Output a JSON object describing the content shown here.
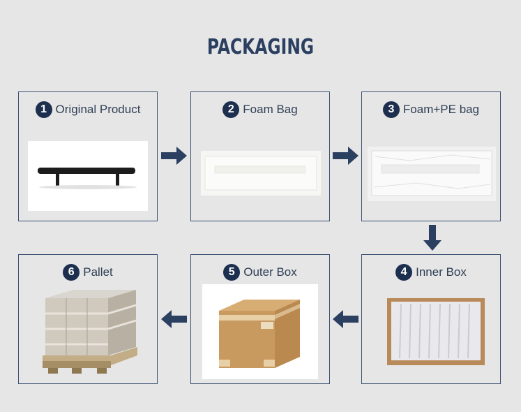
{
  "title": "PACKAGING",
  "steps": [
    {
      "number": "1",
      "label": "Original Product",
      "icon": "handle-bar-image"
    },
    {
      "number": "2",
      "label": "Foam Bag",
      "icon": "foam-bag-image"
    },
    {
      "number": "3",
      "label": "Foam+PE bag",
      "icon": "pe-bag-image"
    },
    {
      "number": "4",
      "label": "Inner Box",
      "icon": "inner-box-image"
    },
    {
      "number": "5",
      "label": "Outer Box",
      "icon": "carton-image"
    },
    {
      "number": "6",
      "label": "Pallet",
      "icon": "pallet-image"
    }
  ],
  "colors": {
    "accent": "#2b3f60",
    "border": "#3a4f72",
    "badge": "#1d2f4e"
  }
}
